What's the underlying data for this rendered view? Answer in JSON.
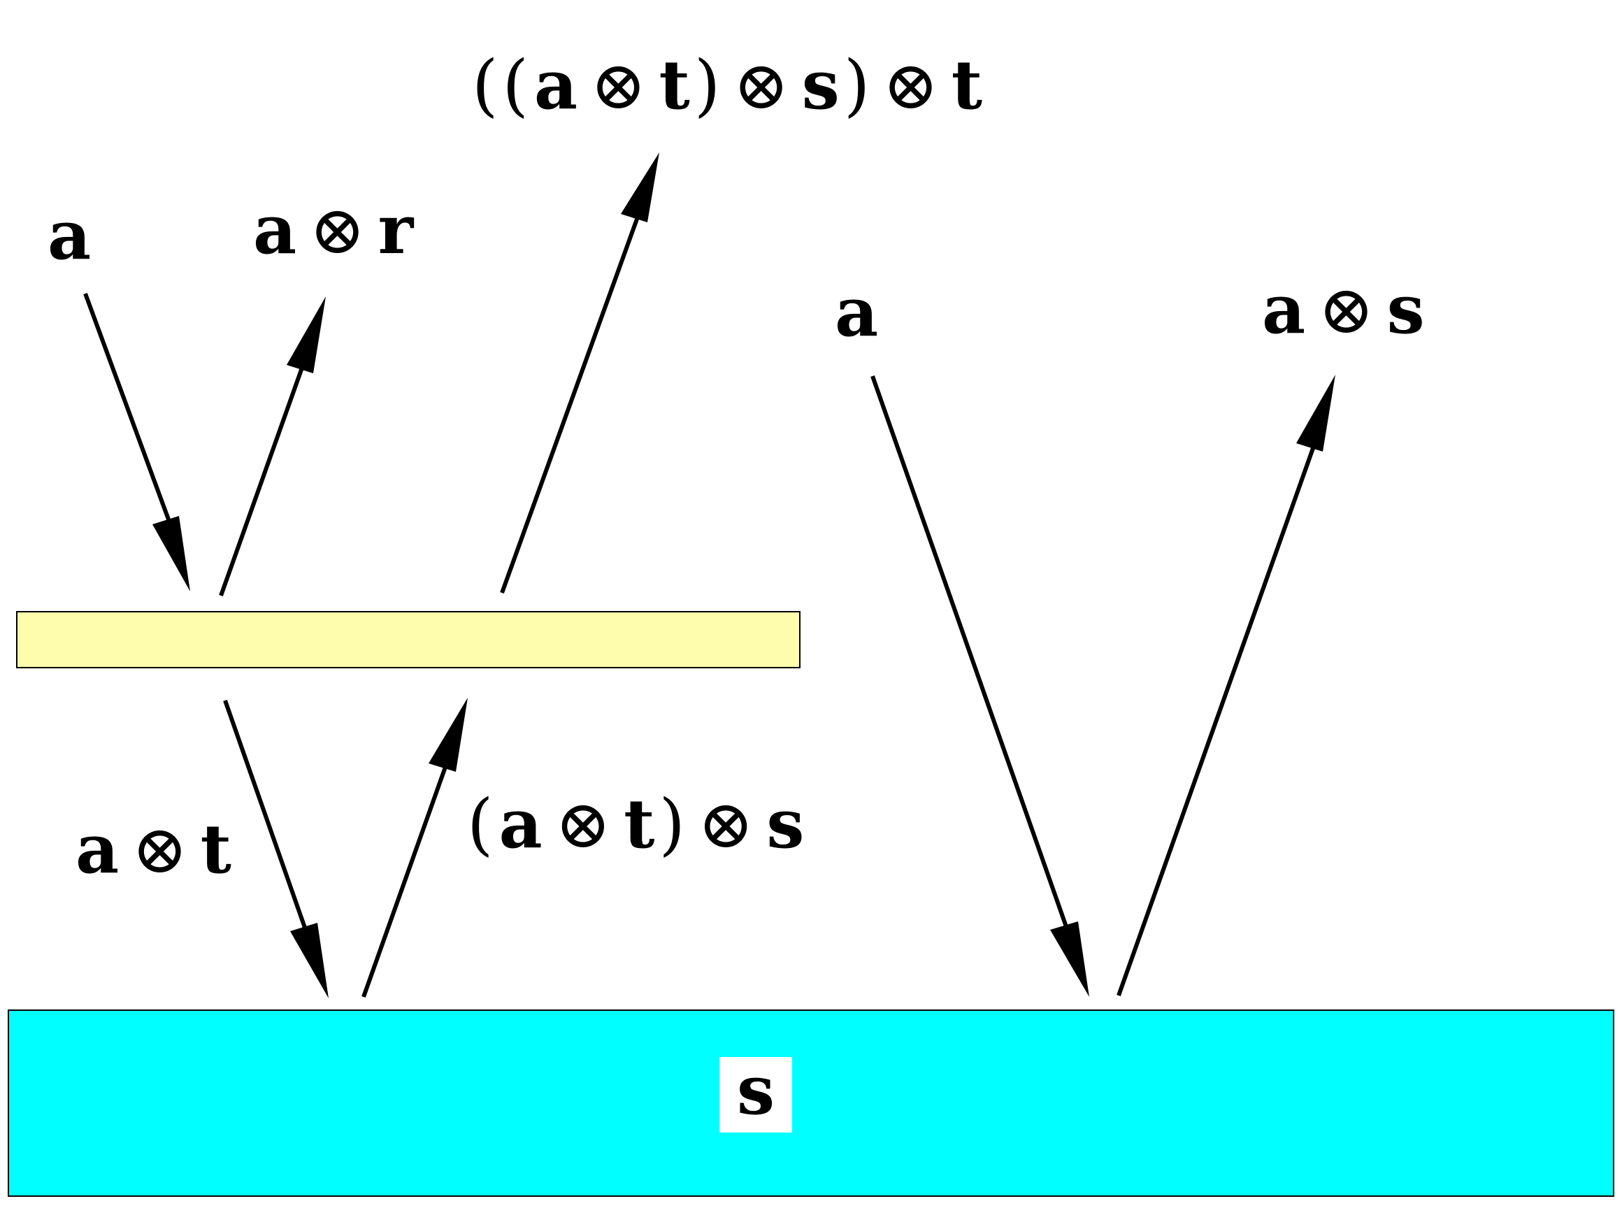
{
  "diagram": {
    "labels": {
      "top_formula": {
        "p1": "(",
        "p2": "(",
        "a": "a",
        "op1": "⊗",
        "t1": "t",
        "p3": ")",
        "op2": "⊗",
        "s": "s",
        "p4": ")",
        "op3": "⊗",
        "t2": "t"
      },
      "left_in": "a",
      "left_reflect": {
        "a": "a",
        "op": "⊗",
        "r": "r"
      },
      "right_in": "a",
      "right_reflect": {
        "a": "a",
        "op": "⊗",
        "s": "s"
      },
      "transmitted": {
        "a": "a",
        "op": "⊗",
        "t": "t"
      },
      "returned": {
        "p1": "(",
        "a": "a",
        "op1": "⊗",
        "t": "t",
        "p2": ")",
        "op2": "⊗",
        "s": "s"
      },
      "surface_label": "s"
    },
    "colors": {
      "upper_layer_fill": "#FEFDAE",
      "surface_fill": "#00FFFF",
      "stroke": "#000000",
      "label_box": "#FFFFFF"
    }
  }
}
